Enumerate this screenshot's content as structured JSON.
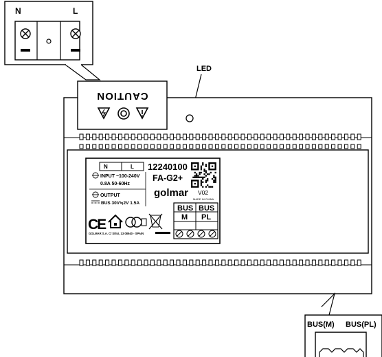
{
  "top_terminal": {
    "neutral_label": "N",
    "live_label": "L"
  },
  "led_label": "LED",
  "caution": {
    "text": "CAUTION"
  },
  "rating_label": {
    "n_box": "N",
    "l_box": "L",
    "part_number": "12240100",
    "model": "FA-G2+",
    "brand": "golmar",
    "version": "V02",
    "made_in": "MADE IN CHINA",
    "input_line1": "INPUT ~100-240V",
    "input_line2": "0.8A 50-60Hz",
    "output_line1": "OUTPUT",
    "output_line2": "BUS 30V≒2V 1.5A",
    "ce_mark": "CE",
    "bus_m_top": "BUS",
    "bus_m_bottom": "M",
    "bus_pl_top": "BUS",
    "bus_pl_bottom": "PL",
    "address": "GOLMAR S.A.  C/ Silici, 13  08940 - SPAIN"
  },
  "bottom_terminal": {
    "bus_m_label": "BUS(M)",
    "bus_pl_label": "BUS(PL)"
  }
}
